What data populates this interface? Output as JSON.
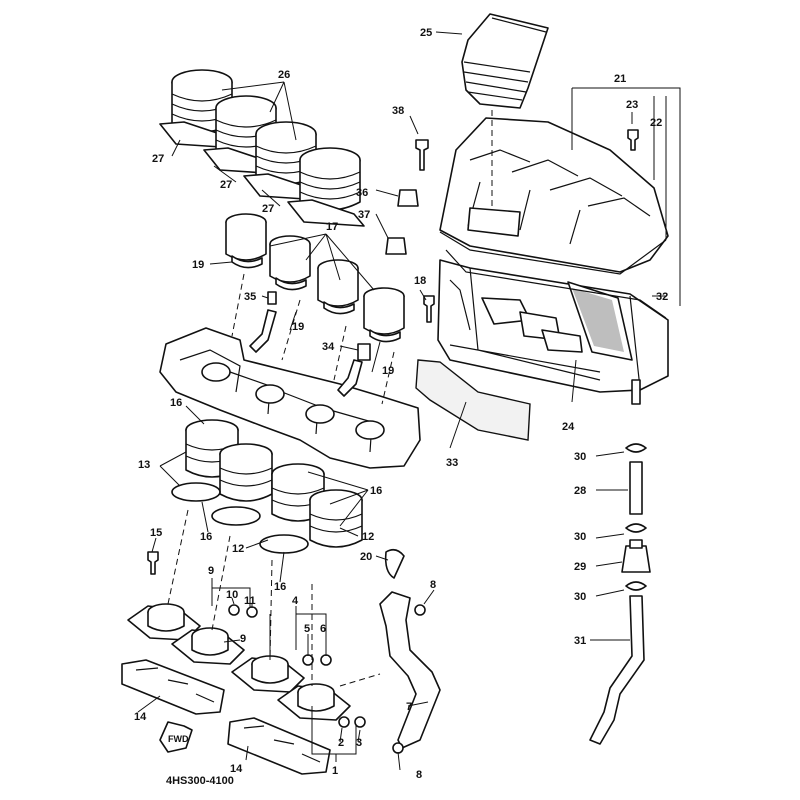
{
  "diagram": {
    "code": "4HS300-4100",
    "direction_marker": "FWD",
    "callouts": [
      "1",
      "2",
      "3",
      "4",
      "5",
      "6",
      "7",
      "8",
      "9",
      "10",
      "11",
      "12",
      "13",
      "14",
      "15",
      "16",
      "17",
      "18",
      "19",
      "20",
      "21",
      "22",
      "23",
      "24",
      "25",
      "26",
      "27",
      "28",
      "29",
      "30",
      "31",
      "32",
      "33",
      "34",
      "35",
      "36",
      "37",
      "38"
    ]
  }
}
